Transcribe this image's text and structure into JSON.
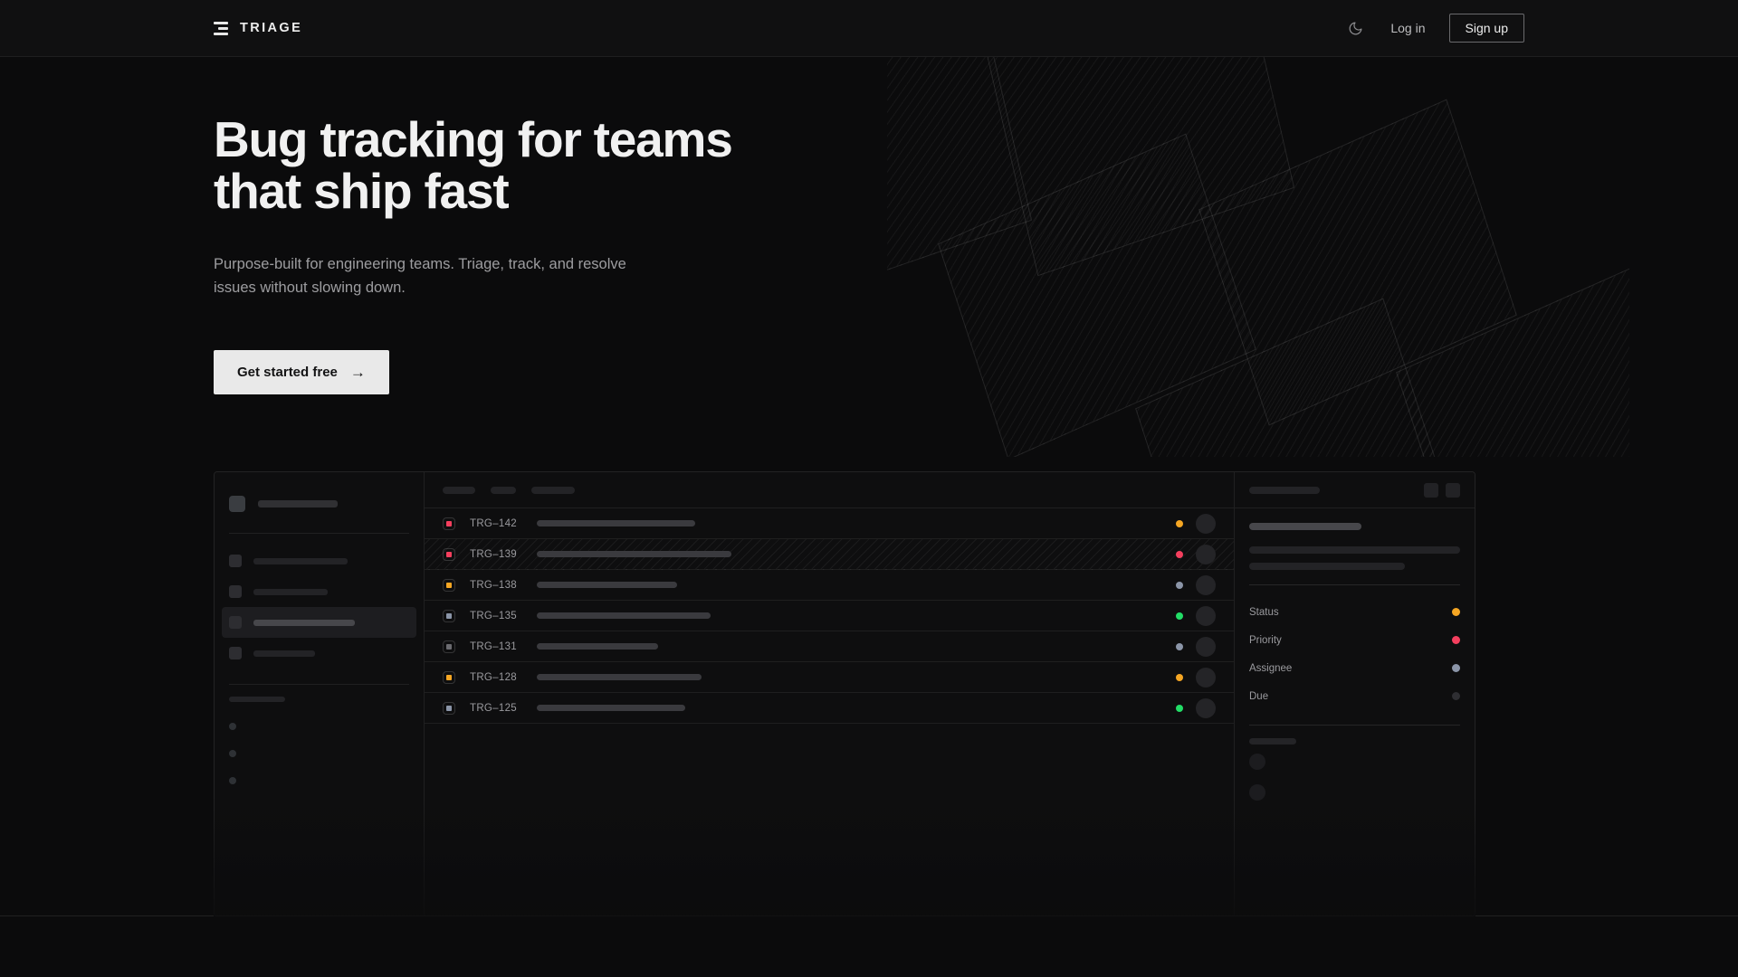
{
  "brand": {
    "name": "TRIAGE",
    "logo_icon": "stacked-bars-icon"
  },
  "header": {
    "theme_toggle_icon": "moon-icon",
    "login_label": "Log in",
    "signup_label": "Sign up"
  },
  "hero": {
    "heading_line1": "Bug tracking for teams",
    "heading_line2": "that ship fast",
    "subheading": "Purpose-built for engineering teams. Triage, track, and resolve issues without slowing down.",
    "cta_label": "Get started free",
    "cta_arrow": "→"
  },
  "colors": {
    "page_bg": "#0b0b0c",
    "panel_bg": "#0e0e0f",
    "accent_cta": "#e9e9e9",
    "status_orange": "#f5a623",
    "status_pink": "#f43f5e",
    "status_green": "#22dd66",
    "status_slate": "#8b95a8",
    "status_muted": "#2e2e32"
  },
  "mockup": {
    "sidebar": {
      "nav_items": [
        "nav-item-1",
        "nav-item-2",
        "nav-item-3",
        "nav-item-4"
      ],
      "active_index": 2,
      "sub_items": [
        "sub-item-1",
        "sub-item-2",
        "sub-item-3"
      ]
    },
    "list": {
      "toolbar_chips": 3,
      "rows": [
        {
          "key": "TRG–142",
          "priority_color": "#f43f5e",
          "status_color": "#f5a623",
          "title_width": 175,
          "selected": false
        },
        {
          "key": "TRG–139",
          "priority_color": "#f43f5e",
          "status_color": "#f43f5e",
          "title_width": 215,
          "selected": true
        },
        {
          "key": "TRG–138",
          "priority_color": "#f5a623",
          "status_color": "#8b95a8",
          "title_width": 155,
          "selected": false
        },
        {
          "key": "TRG–135",
          "priority_color": "#8b95a8",
          "status_color": "#22dd66",
          "title_width": 192,
          "selected": false
        },
        {
          "key": "TRG–131",
          "priority_color": "#6b6b70",
          "status_color": "#8b95a8",
          "title_width": 134,
          "selected": false
        },
        {
          "key": "TRG–128",
          "priority_color": "#f5a623",
          "status_color": "#f5a623",
          "title_width": 182,
          "selected": false
        },
        {
          "key": "TRG–125",
          "priority_color": "#8b95a8",
          "status_color": "#22dd66",
          "title_width": 164,
          "selected": false
        }
      ]
    },
    "detail": {
      "header_action_icons": [
        "detail-action-1-icon",
        "detail-action-2-icon"
      ],
      "fields": [
        {
          "label": "Status",
          "value_color": "#f5a623"
        },
        {
          "label": "Priority",
          "value_color": "#f43f5e"
        },
        {
          "label": "Assignee",
          "value_color": "#8b95a8"
        },
        {
          "label": "Due",
          "value_color": "#2e2e32"
        }
      ]
    }
  }
}
